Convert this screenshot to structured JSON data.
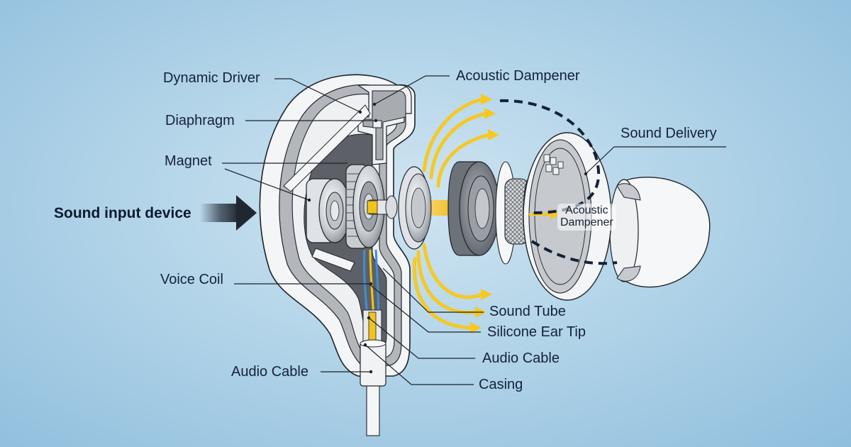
{
  "diagram": {
    "title": "In-ear headphone / earphone anatomy (exploded cross-section)",
    "labels": {
      "dynamic_driver": "Dynamic Driver",
      "diaphragm": "Diaphragm",
      "magnet": "Magnet",
      "sound_input_device": "Sound input device",
      "voice_coil": "Voice Coil",
      "audio_cable_left": "Audio Cable",
      "acoustic_dampener_top": "Acoustic Dampener",
      "sound_delivery": "Sound Delivery",
      "acoustic_dampener_inner_line1": "Acoustic",
      "acoustic_dampener_inner_line2": "Dampener",
      "sound_tube": "Sound Tube",
      "silicone_ear_tip": "Silicone Ear Tip",
      "audio_cable_right": "Audio Cable",
      "casing": "Casing"
    },
    "colors": {
      "background": "#a9cfe6",
      "label_text": "#14213a",
      "sound_waves": "#f7c81e",
      "wire_blue": "#3d8fd6",
      "wire_yellow": "#f2c41a",
      "casing_white": "#f4f5f6",
      "casing_gray": "#9a9da2",
      "interior_dark": "#5d6066"
    }
  }
}
